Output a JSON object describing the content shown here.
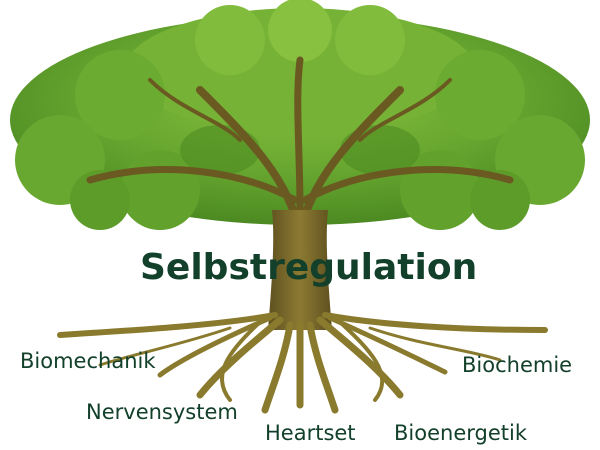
{
  "diagram": {
    "type": "tree-metaphor",
    "title": "Selbstregulation",
    "colors": {
      "text": "#12402a",
      "canopy_light": "#7cb53a",
      "canopy_mid": "#5a9a2a",
      "canopy_dark": "#3f7a1e",
      "trunk": "#7a6a2a",
      "trunk_dark": "#5a4a1a",
      "roots": "#8a7a2a",
      "background": "#ffffff"
    },
    "root_labels": [
      {
        "text": "Biomechanik"
      },
      {
        "text": "Nervensystem"
      },
      {
        "text": "Heartset"
      },
      {
        "text": "Bioenergetik"
      },
      {
        "text": "Biochemie"
      }
    ]
  }
}
